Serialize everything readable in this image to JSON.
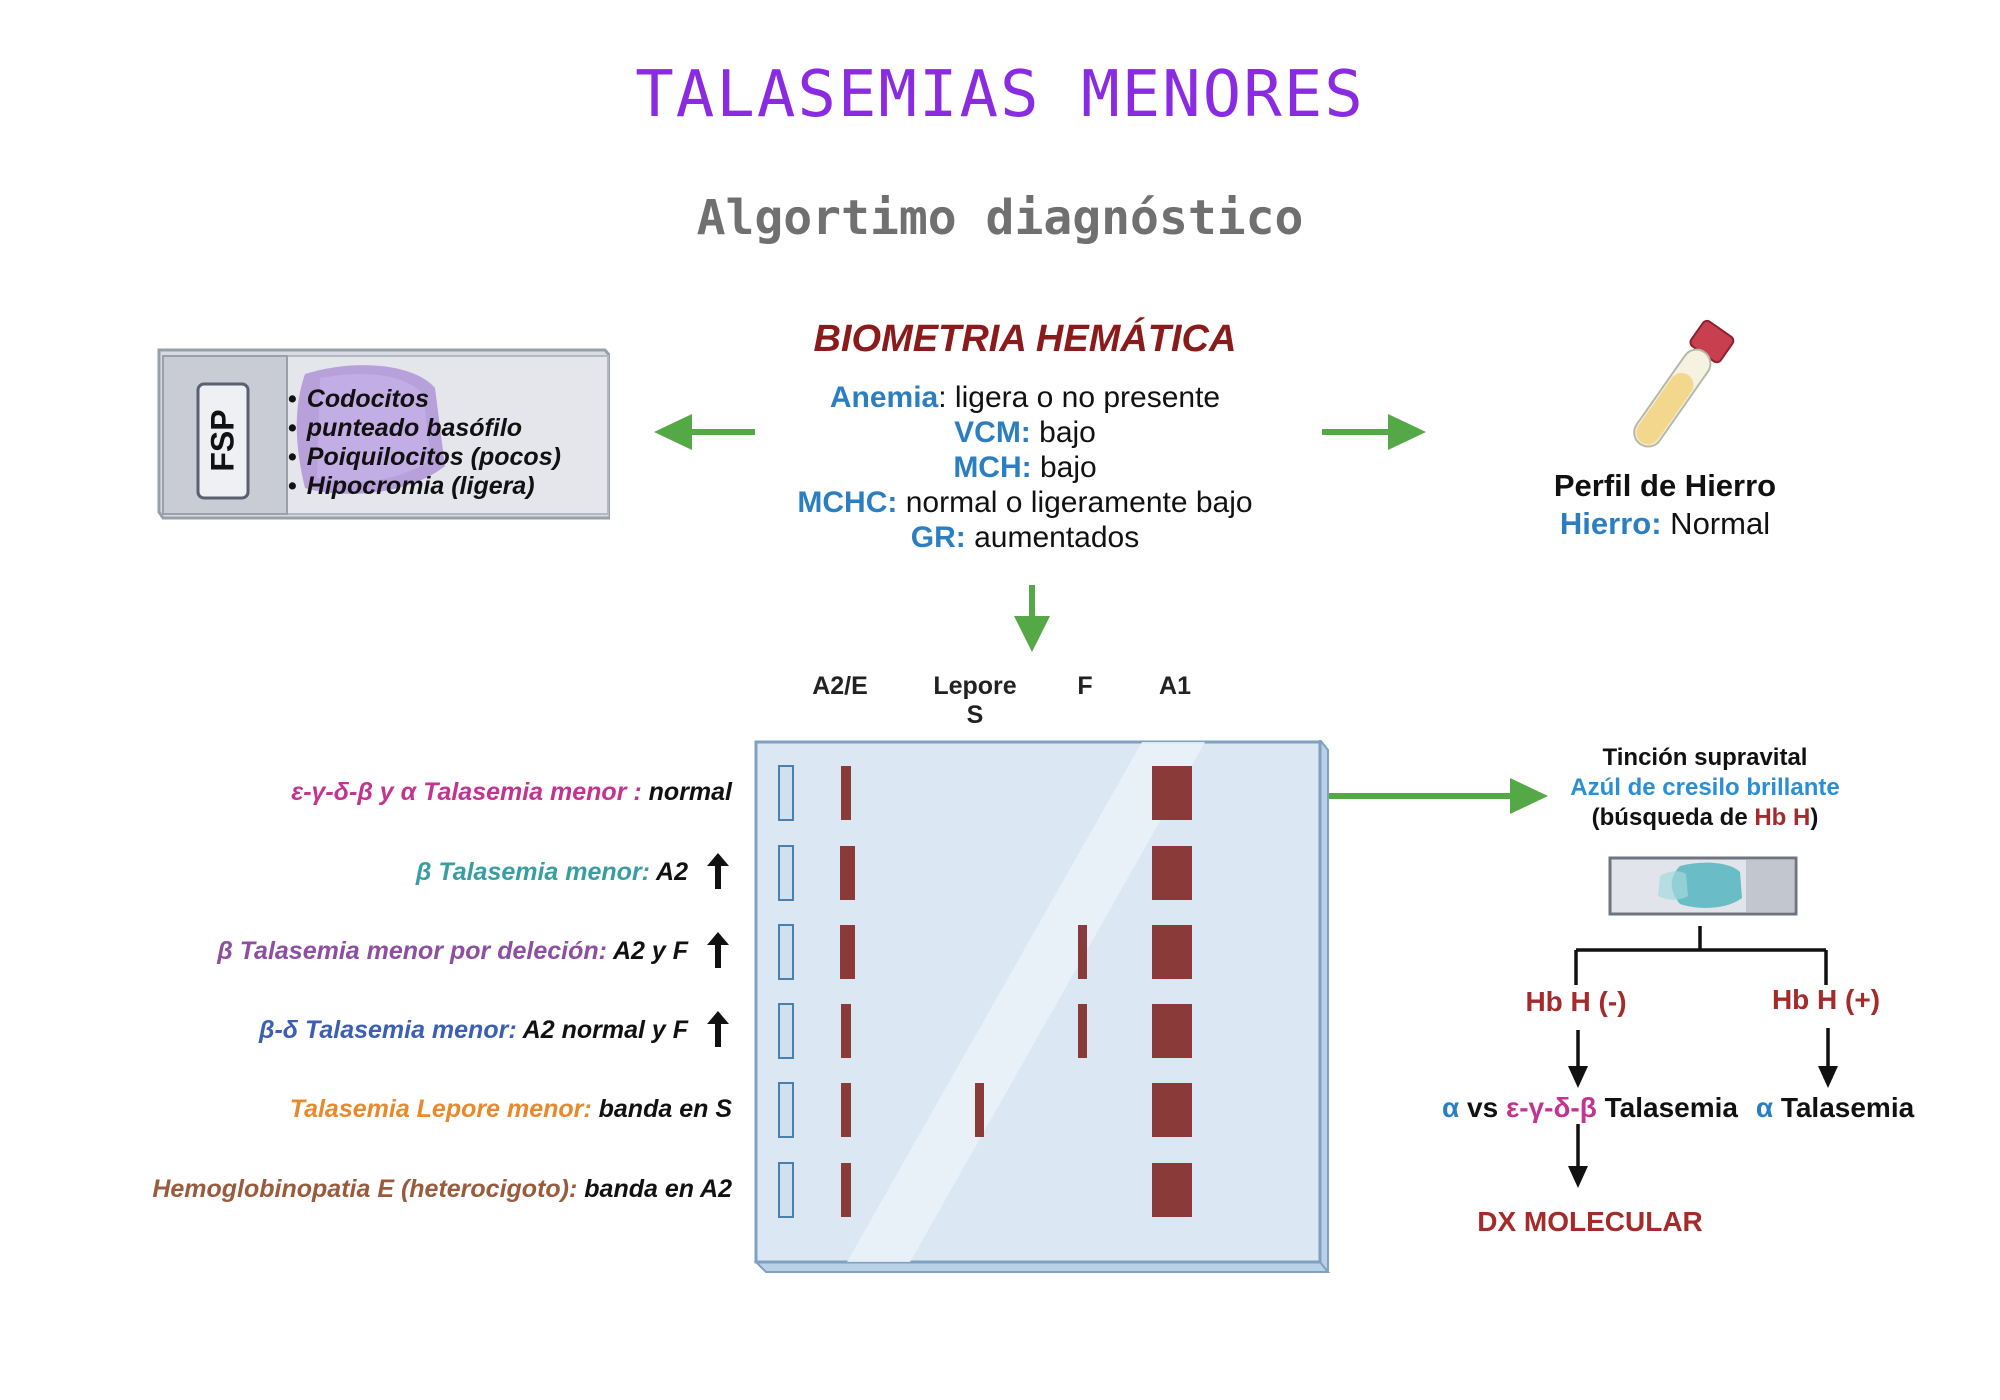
{
  "title": "TALASEMIAS MENORES",
  "subtitle": "Algortimo diagnóstico",
  "biometria": {
    "title": "BIOMETRIA HEMÁTICA",
    "items": [
      {
        "key": "Anemia",
        "sep": ":",
        "value": " ligera o no presente"
      },
      {
        "key": "VCM:",
        "sep": "",
        "value": " bajo"
      },
      {
        "key": "MCH:",
        "sep": "",
        "value": " bajo"
      },
      {
        "key": "MCHC:",
        "sep": "",
        "value": " normal o ligeramente bajo"
      },
      {
        "key": "GR:",
        "sep": "",
        "value": " aumentados"
      }
    ]
  },
  "fsp": {
    "label": "FSP",
    "items": [
      "Codocitos",
      "punteado basófilo",
      "Poiquilocitos (pocos)",
      "Hipocromia (ligera)"
    ],
    "bullet": "•"
  },
  "iron": {
    "title": "Perfil de Hierro",
    "key": "Hierro:",
    "value": " Normal"
  },
  "electrophoresis": {
    "lanes": [
      "A2/E",
      "Lepore S",
      "F",
      "A1"
    ],
    "rows": [
      {
        "colored": "ε-γ-δ-β y α Talasemia menor :",
        "rest": " normal",
        "color": "#c2348f",
        "arrow": false,
        "bands": {
          "A2": "thin",
          "S": null,
          "F": null
        }
      },
      {
        "colored": "β Talasemia menor:",
        "rest": " A2",
        "color": "#3a9ea0",
        "arrow": true,
        "bands": {
          "A2": "thick",
          "S": null,
          "F": null
        }
      },
      {
        "colored": "β Talasemia menor por deleción:",
        "rest": " A2 y F",
        "color": "#8d4fa0",
        "arrow": true,
        "bands": {
          "A2": "thick",
          "S": null,
          "F": "thin"
        }
      },
      {
        "colored": "β-δ Talasemia menor:",
        "rest": " A2 normal  y F",
        "color": "#3a5fb5",
        "arrow": true,
        "bands": {
          "A2": "thin",
          "S": null,
          "F": "thin"
        }
      },
      {
        "colored": "Talasemia Lepore menor:",
        "rest": " banda en S",
        "color": "#e8892b",
        "arrow": false,
        "bands": {
          "A2": "thin",
          "S": "thin",
          "F": null
        }
      },
      {
        "colored": "Hemoglobinopatia E (heterocigoto):",
        "rest": " banda en A2",
        "color": "#9a5b3c",
        "arrow": false,
        "bands": {
          "A2": "thin",
          "S": null,
          "F": null
        }
      }
    ]
  },
  "tincion": {
    "line1": "Tinción supravital",
    "line2": "Azúl de cresilo brillante",
    "line3_pre": "(búsqueda de ",
    "line3_key": "Hb H",
    "line3_post": ")"
  },
  "results": {
    "neg": "Hb H (-)",
    "pos": "Hb H (+)",
    "neg_alpha": "α",
    "neg_vs": " vs ",
    "neg_chain": "ε-γ-δ-β",
    "neg_rest": " Talasemia",
    "pos_alpha": "α",
    "pos_rest": " Talasemia",
    "dx": "DX MOLECULAR"
  },
  "colors": {
    "title": "#8a2be2",
    "arrow_green": "#55a846",
    "band": "#8b3a3a",
    "label_blue": "#2b7fc1",
    "dark_red": "#a52a2a"
  }
}
